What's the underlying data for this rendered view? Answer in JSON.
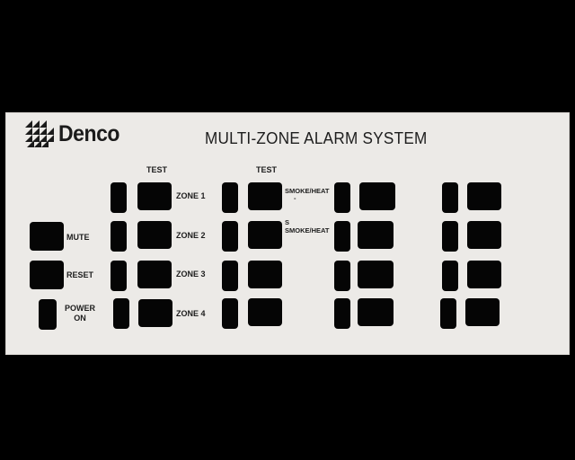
{
  "brand": {
    "name": "Denco",
    "logo_icon": "triangle-grid-logo-icon"
  },
  "title": "MULTI-ZONE ALARM SYSTEM",
  "column_headers": {
    "test_1": "TEST",
    "test_2": "TEST"
  },
  "controls": {
    "mute": "MUTE",
    "reset": "RESET",
    "power_on": [
      "POWER",
      "ON"
    ]
  },
  "zones": [
    "ZONE 1",
    "ZONE 2",
    "ZONE 3",
    "ZONE 4"
  ],
  "sensor_labels": {
    "row1": [
      "SMOKE/HEAT",
      "-"
    ],
    "row2": [
      "S",
      "SMOKE/HEAT"
    ]
  },
  "colors": {
    "background": "#000000",
    "panel": "#eceae7",
    "window": "#050505",
    "ink": "#1d1d1d"
  }
}
